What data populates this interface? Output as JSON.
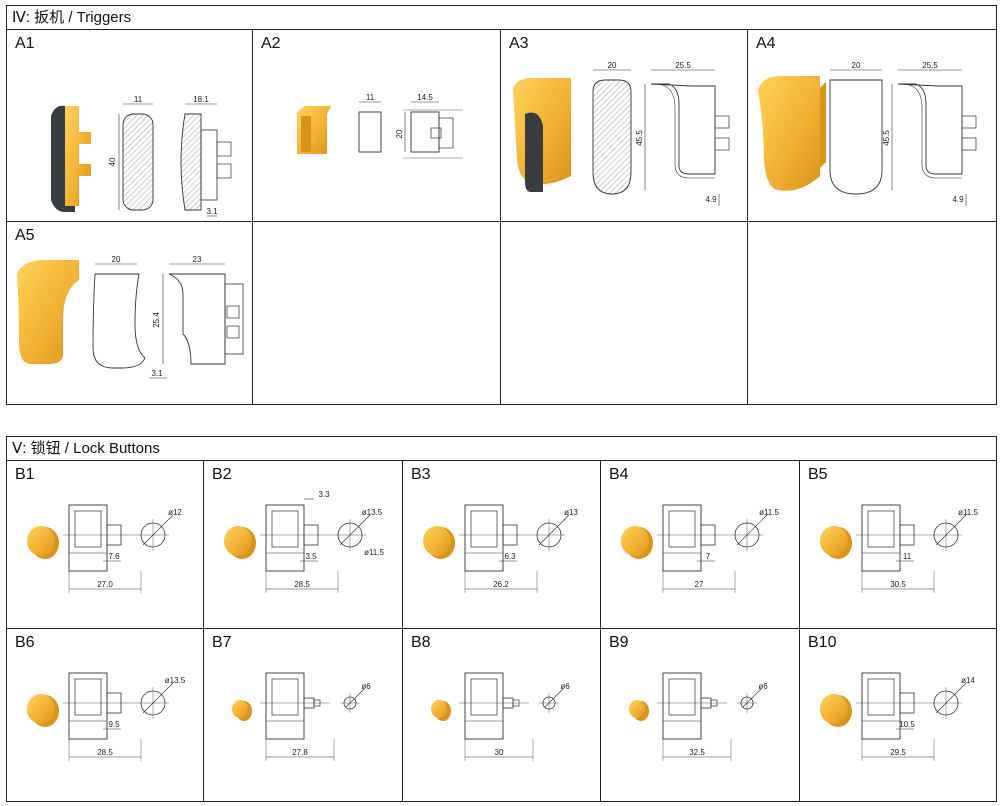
{
  "colors": {
    "yellow": "#f2b233",
    "yellow_shade": "#d9941a",
    "dark": "#3a3d40",
    "line": "#333333"
  },
  "triggers": {
    "title": "Ⅳ: 扳机 / Triggers",
    "items": [
      {
        "label": "A1",
        "dims": [
          "11",
          "18.1",
          "40",
          "3.1"
        ]
      },
      {
        "label": "A2",
        "dims": [
          "11",
          "14.5",
          "20"
        ]
      },
      {
        "label": "A3",
        "dims": [
          "20",
          "25.5",
          "45.5",
          "4.9"
        ]
      },
      {
        "label": "A4",
        "dims": [
          "20",
          "25.5",
          "45.5",
          "4.9"
        ]
      },
      {
        "label": "A5",
        "dims": [
          "20",
          "23",
          "25.4",
          "3.1"
        ]
      }
    ]
  },
  "lock_buttons": {
    "title": "Ⅴ: 锁钮 / Lock  Buttons",
    "items": [
      {
        "label": "B1",
        "dims": [
          "ø12",
          "7.6",
          "27.0"
        ]
      },
      {
        "label": "B2",
        "dims": [
          "3.3",
          "ø13.5",
          "ø11.5",
          "3.5",
          "28.5"
        ]
      },
      {
        "label": "B3",
        "dims": [
          "ø13",
          "6.3",
          "26.2"
        ]
      },
      {
        "label": "B4",
        "dims": [
          "ø11.5",
          "7",
          "27"
        ]
      },
      {
        "label": "B5",
        "dims": [
          "ø11.5",
          "11",
          "30.5"
        ]
      },
      {
        "label": "B6",
        "dims": [
          "ø13.5",
          "9.5",
          "28.5"
        ]
      },
      {
        "label": "B7",
        "dims": [
          "ø6",
          "27.8"
        ]
      },
      {
        "label": "B8",
        "dims": [
          "ø6",
          "30"
        ]
      },
      {
        "label": "B9",
        "dims": [
          "ø6",
          "32.5"
        ]
      },
      {
        "label": "B10",
        "dims": [
          "ø14",
          "10.5",
          "29.5"
        ]
      }
    ]
  }
}
